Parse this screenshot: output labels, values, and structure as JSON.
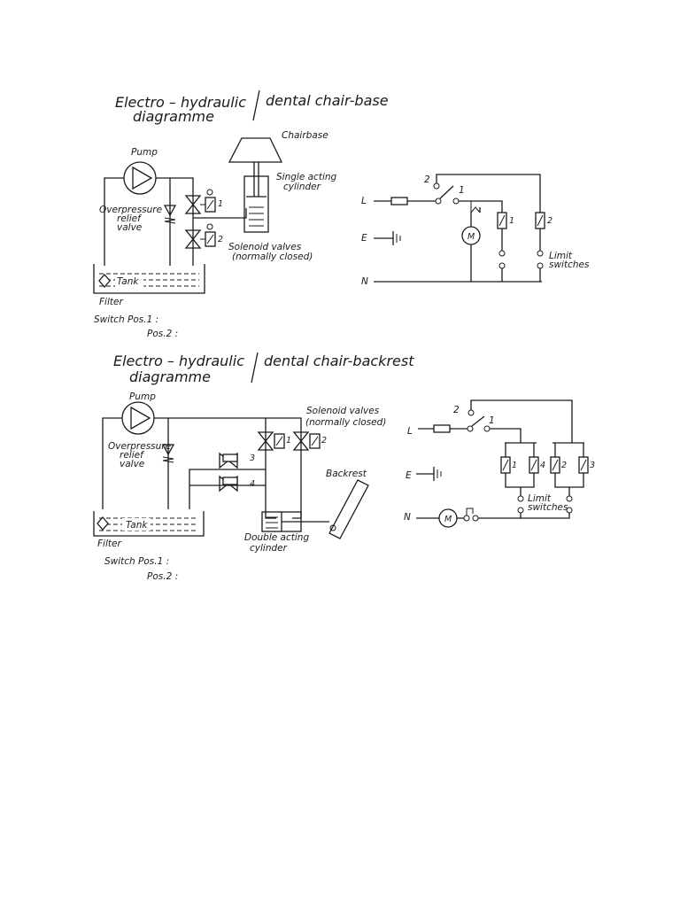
{
  "diagram1": {
    "title_line1": "Electro – hydraulic",
    "title_line2": "diagramme",
    "title_right": "dental  chair-base",
    "chairbase": "Chairbase",
    "cylinder_line1": "Single acting",
    "cylinder_line2": "cylinder",
    "pump": "Pump",
    "relief_line1": "Overpressure",
    "relief_line2": "relief",
    "relief_line3": "valve",
    "solenoid_line1": "Solenoid valves",
    "solenoid_line2": "(normally closed)",
    "tank": "Tank",
    "filter": "Filter",
    "switch_pos1": "Switch  Pos.1 :",
    "switch_pos2": "Pos.2 :",
    "valve1": "1",
    "valve2": "2",
    "L": "L",
    "E": "E",
    "N": "N",
    "sw2": "2",
    "sw1": "1",
    "coil1": "1",
    "coil2": "2",
    "motor": "M",
    "limit_line1": "Limit",
    "limit_line2": "switches"
  },
  "diagram2": {
    "title_line1": "Electro – hydraulic",
    "title_line2": "diagramme",
    "title_right": "dental  chair-backrest",
    "pump": "Pump",
    "solenoid_line1": "Solenoid  valves",
    "solenoid_line2": "(normally  closed)",
    "relief_line1": "Overpressure",
    "relief_line2": "relief",
    "relief_line3": "valve",
    "backrest": "Backrest",
    "tank": "Tank",
    "filter": "Filter",
    "cylinder_line1": "Double acting",
    "cylinder_line2": "cylinder",
    "switch_pos1": "Switch  Pos.1 :",
    "switch_pos2": "Pos.2 :",
    "valve1": "1",
    "valve2": "2",
    "valve3": "3",
    "valve4": "4",
    "L": "L",
    "E": "E",
    "N": "N",
    "sw2": "2",
    "sw1": "1",
    "coil1": "1",
    "coil4": "4",
    "coil2": "2",
    "coil3": "3",
    "motor": "M",
    "limit_line1": "Limit",
    "limit_line2": "switches"
  }
}
